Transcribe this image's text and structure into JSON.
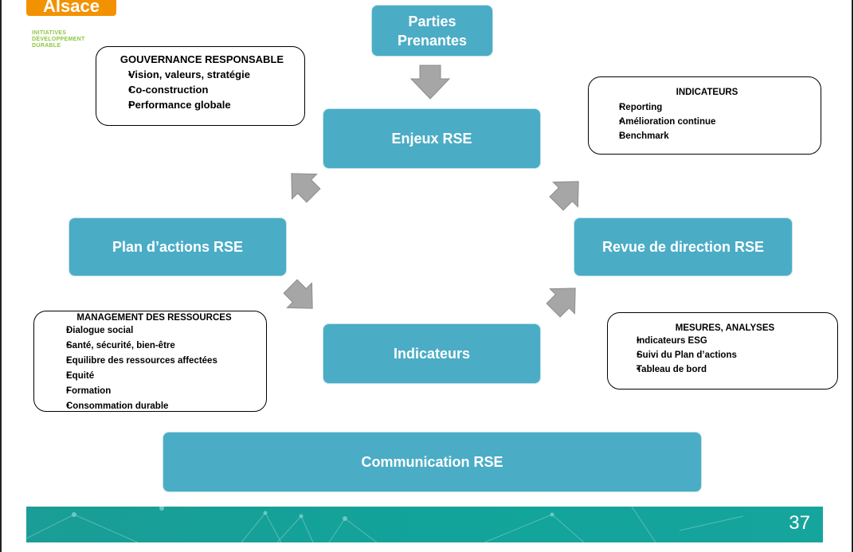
{
  "logo": {
    "brand": "Alsace",
    "tagline": [
      "INITIATIVES",
      "DÉVELOPPEMENT",
      "DURABLE"
    ]
  },
  "colors": {
    "box_fill": "#4bacc6",
    "arrow_fill": "#a6a6a6",
    "footer": "#16a59c",
    "logo_orange": "#f39200",
    "logo_green": "#8dc63f"
  },
  "boxes": {
    "parties_prenantes": [
      "Parties",
      "Prenantes"
    ],
    "enjeux": "Enjeux RSE",
    "plan_actions": "Plan d’actions RSE",
    "revue_direction": "Revue de direction RSE",
    "indicateurs": "Indicateurs",
    "communication": "Communication RSE"
  },
  "notes": {
    "gouvernance": {
      "title": "GOUVERNANCE RESPONSABLE",
      "items": [
        "Vision, valeurs, stratégie",
        "Co-construction",
        "Performance globale"
      ]
    },
    "indicateurs": {
      "title": "INDICATEURS",
      "items": [
        "Reporting",
        "Amélioration continue",
        "Benchmark"
      ]
    },
    "management": {
      "title": "MANAGEMENT DES RESSOURCES",
      "items": [
        "Dialogue social",
        "Santé, sécurité, bien-être",
        "Equilibre des ressources affectées",
        "Equité",
        "Formation",
        "Consommation durable"
      ]
    },
    "mesures": {
      "title": "MESURES, ANALYSES",
      "items": [
        "Indicateurs ESG",
        "Suivi du Plan d’actions",
        "Tableau de bord"
      ]
    }
  },
  "footer": {
    "page_number": "37"
  }
}
